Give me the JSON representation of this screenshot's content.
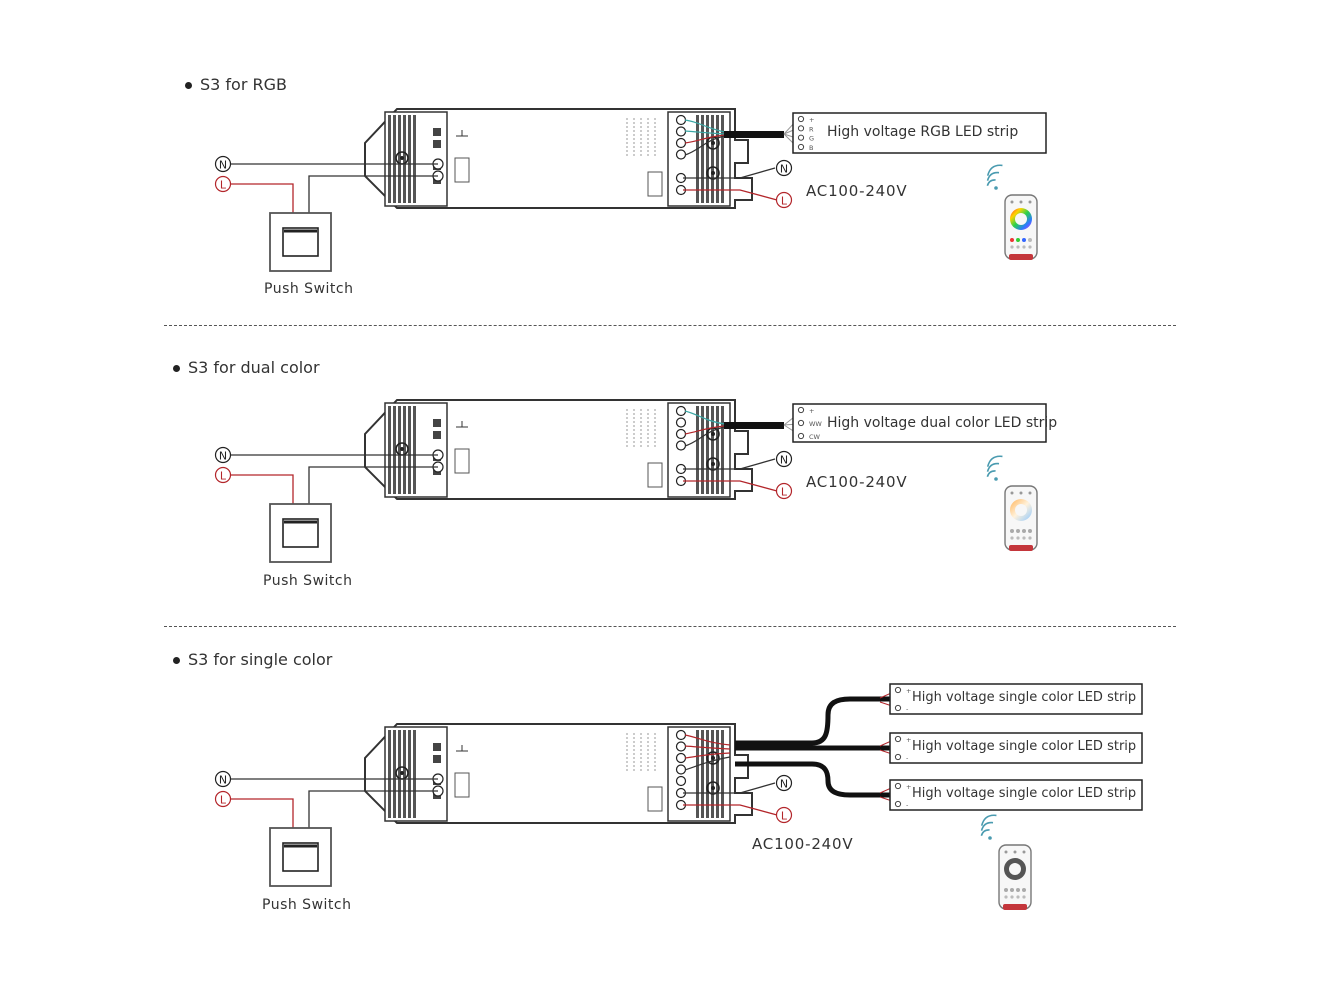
{
  "sections": [
    {
      "heading": "S3 for RGB",
      "switch_label": "Push Switch",
      "power_label": "AC100-240V",
      "strips": [
        "High voltage RGB LED strip"
      ],
      "terminal_labels": [
        "+",
        "R",
        "G",
        "B"
      ],
      "remote": "rgb"
    },
    {
      "heading": "S3 for dual color",
      "switch_label": "Push Switch",
      "power_label": "AC100-240V",
      "strips": [
        "High voltage dual color LED strip"
      ],
      "terminal_labels": [
        "+",
        "WW",
        "CW"
      ],
      "remote": "dual"
    },
    {
      "heading": "S3 for single color",
      "switch_label": "Push Switch",
      "power_label": "AC100-240V",
      "strips": [
        "High voltage single color LED strip",
        "High voltage single color LED strip",
        "High voltage single color LED strip"
      ],
      "terminal_labels": [
        "+",
        "-"
      ],
      "remote": "single"
    }
  ],
  "terminals": {
    "neutral": "N",
    "live": "L"
  },
  "colors": {
    "wire_live": "#b3262b",
    "wire_neutral": "#333333",
    "wire_cyan": "#3aa7a5",
    "wire_cable": "#111111",
    "outline": "#333333"
  },
  "icons": [
    "wireless-signal-icon",
    "remote-control-icon",
    "color-wheel-icon"
  ]
}
